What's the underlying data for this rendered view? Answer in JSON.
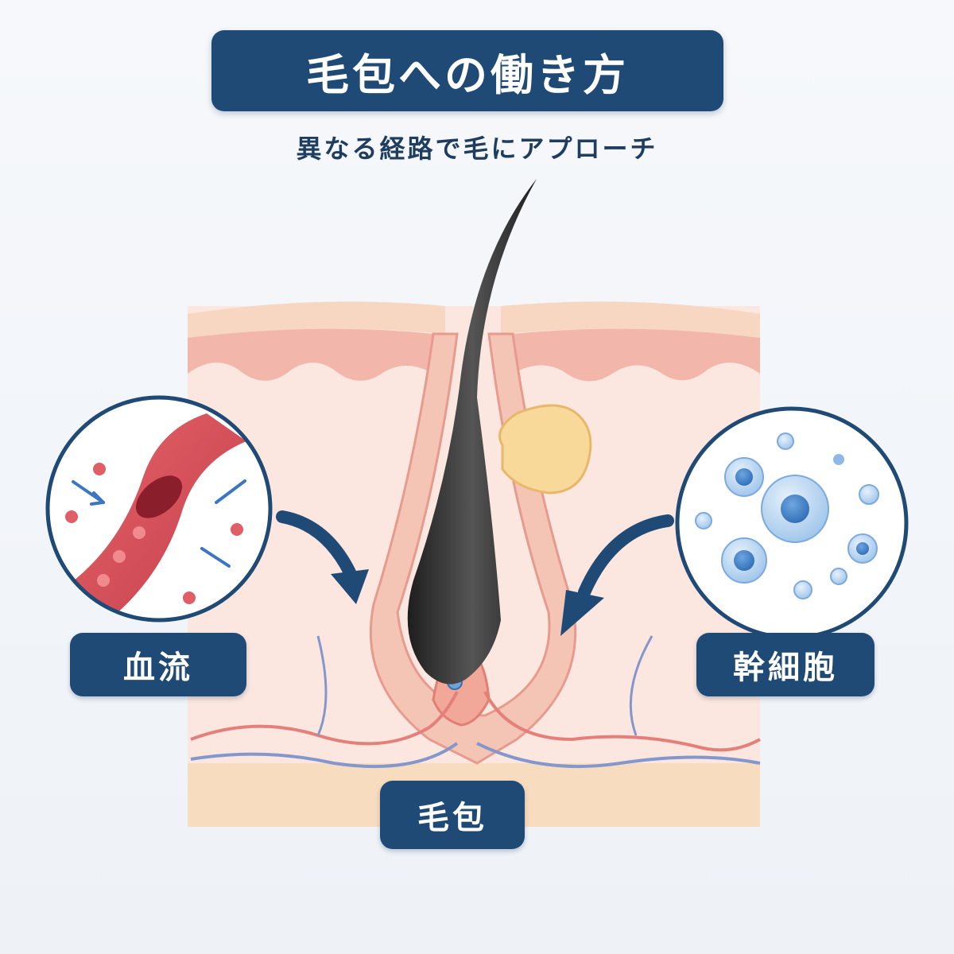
{
  "title": "毛包への働き方",
  "subtitle": "異なる経路で毛にアプローチ",
  "labels": {
    "blood_flow": "血流",
    "stem_cells": "幹細胞",
    "follicle": "毛包"
  },
  "colors": {
    "label_bg": "#1f4a75",
    "vessel": "#d9535c",
    "stem_cell": "#6fa3d8",
    "hair": "#2b2b2b",
    "skin": "#f6d3c6"
  }
}
